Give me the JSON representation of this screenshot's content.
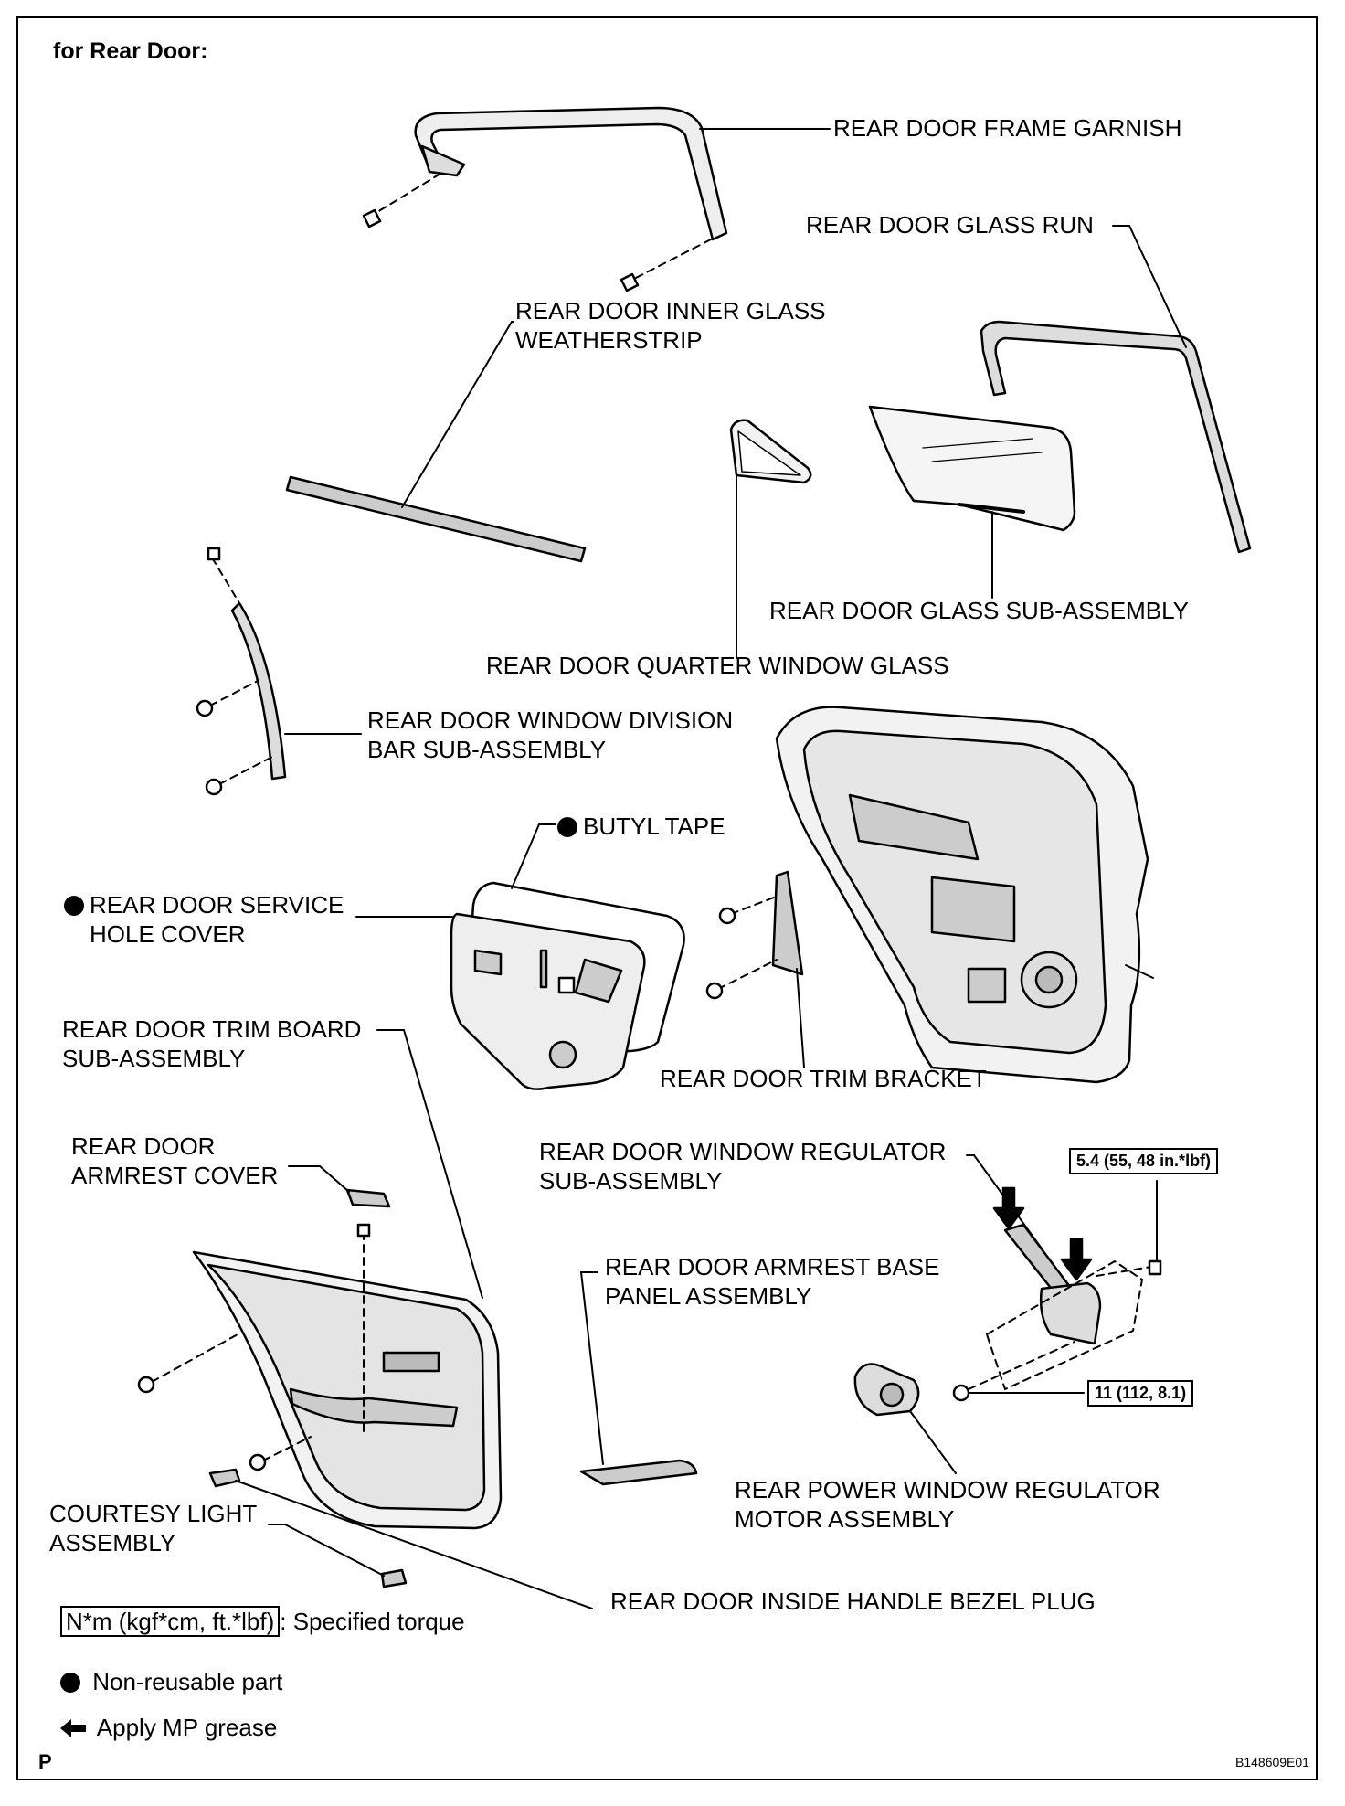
{
  "header": {
    "title": "for Rear Door:"
  },
  "labels": {
    "frame_garnish": "REAR DOOR FRAME GARNISH",
    "glass_run": "REAR DOOR GLASS RUN",
    "inner_weatherstrip_1": "REAR DOOR INNER GLASS",
    "inner_weatherstrip_2": "WEATHERSTRIP",
    "glass_sub_assembly": "REAR DOOR GLASS SUB-ASSEMBLY",
    "quarter_window_glass": "REAR DOOR QUARTER WINDOW GLASS",
    "division_bar_1": "REAR DOOR WINDOW DIVISION",
    "division_bar_2": "BAR SUB-ASSEMBLY",
    "butyl_tape": "BUTYL TAPE",
    "service_hole_cover_1": "REAR DOOR SERVICE",
    "service_hole_cover_2": "HOLE COVER",
    "trim_board_1": "REAR DOOR TRIM BOARD",
    "trim_board_2": "SUB-ASSEMBLY",
    "trim_bracket": "REAR DOOR TRIM BRACKET",
    "armrest_cover_1": "REAR DOOR",
    "armrest_cover_2": "ARMREST COVER",
    "window_regulator_1": "REAR DOOR WINDOW REGULATOR",
    "window_regulator_2": "SUB-ASSEMBLY",
    "armrest_base_1": "REAR DOOR ARMREST BASE",
    "armrest_base_2": "PANEL ASSEMBLY",
    "regulator_motor_1": "REAR POWER WINDOW REGULATOR",
    "regulator_motor_2": "MOTOR ASSEMBLY",
    "courtesy_light_1": "COURTESY LIGHT",
    "courtesy_light_2": "ASSEMBLY",
    "inside_handle_plug": "REAR DOOR INSIDE HANDLE BEZEL PLUG"
  },
  "torques": {
    "upper": "5.4 (55, 48 in.*lbf)",
    "lower": "11 (112, 8.1)"
  },
  "legend": {
    "torque_box": "N*m (kgf*cm, ft.*lbf)",
    "torque_text": ": Specified torque",
    "non_reusable": "Non-reusable part",
    "mp_grease": "Apply MP grease"
  },
  "footer": {
    "page_letter": "P",
    "figure_code": "B148609E01"
  },
  "colors": {
    "ink": "#000000",
    "paper": "#ffffff",
    "shade": "#d8d8d8"
  }
}
